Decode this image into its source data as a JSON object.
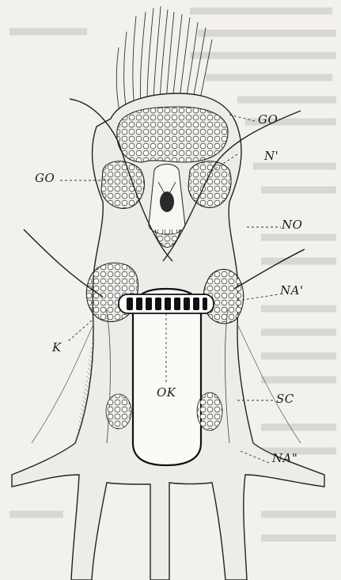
{
  "figure": {
    "labels": {
      "go_top": "GO",
      "n_prime": "N'",
      "go_left": "GO",
      "no": "NO",
      "na_prime": "NA'",
      "k": "K",
      "ok": "OK",
      "sc": "SC",
      "na_double_prime": "NA\""
    }
  },
  "colors": {
    "paper": "#f2f1ee",
    "ink": "#1b1b1b",
    "bleed_text": "#d9d7d1"
  }
}
